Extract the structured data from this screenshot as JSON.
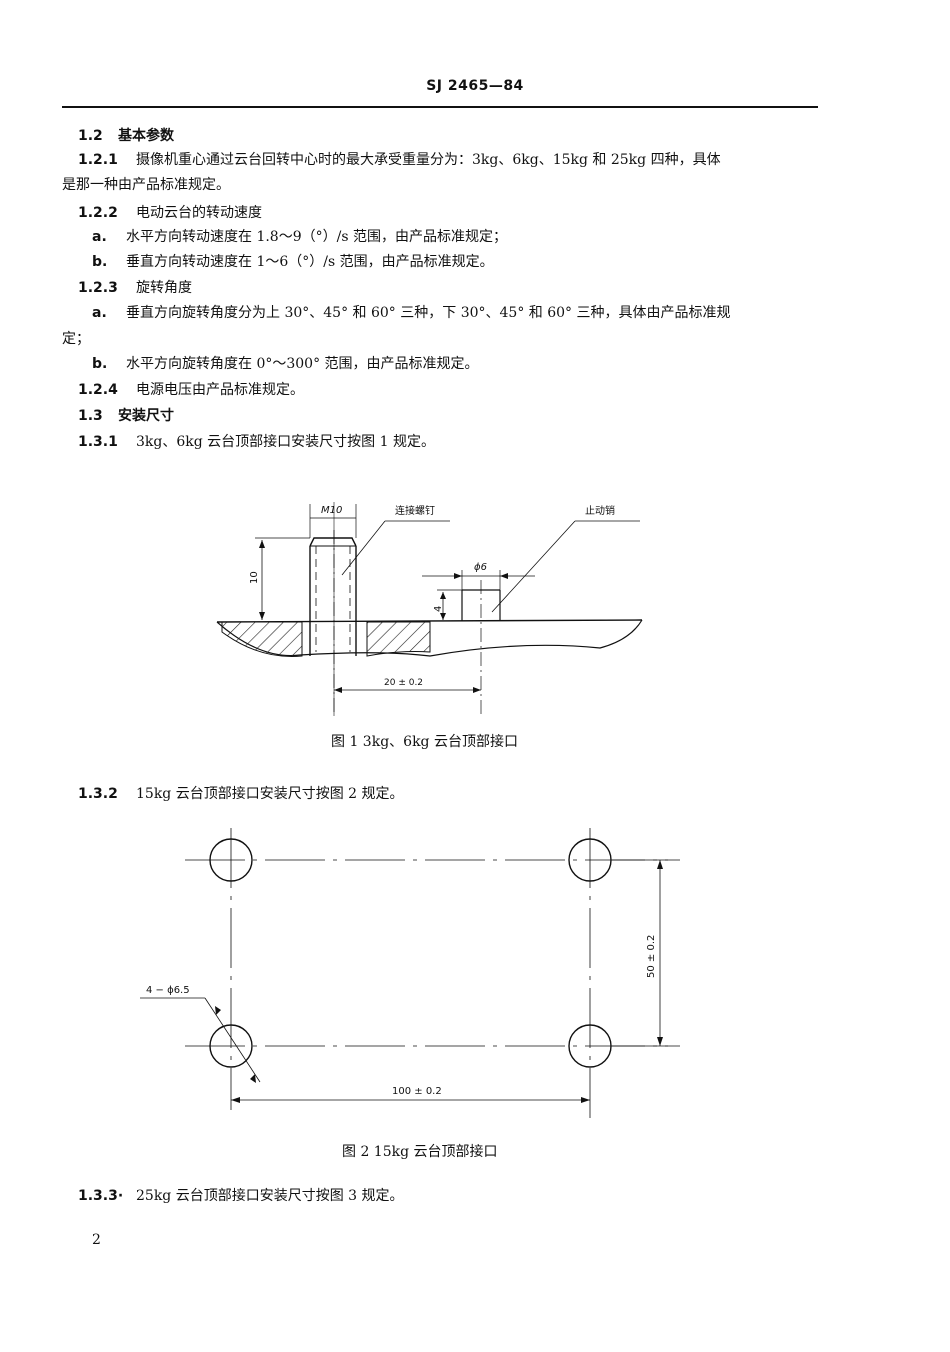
{
  "header": {
    "code": "SJ 2465—84"
  },
  "sections": {
    "s1_2": {
      "num": "1.2",
      "title": "基本参数"
    },
    "s1_2_1": {
      "num": "1.2.1",
      "text1": "摄像机重心通过云台回转中心时的最大承受重量分为：3kg、6kg、15kg 和 25kg 四种，具体",
      "text2": "是那一种由产品标准规定。"
    },
    "s1_2_2": {
      "num": "1.2.2",
      "title": "电动云台的转动速度",
      "a_mark": "a.",
      "a_text": "水平方向转动速度在 1.8～9（°）/s 范围，由产品标准规定；",
      "b_mark": "b.",
      "b_text": "垂直方向转动速度在 1～6（°）/s 范围，由产品标准规定。"
    },
    "s1_2_3": {
      "num": "1.2.3",
      "title": "旋转角度",
      "a_mark": "a.",
      "a_text": "垂直方向旋转角度分为上 30°、45° 和 60° 三种，下 30°、45° 和 60° 三种，具体由产品标准规",
      "a_cont": "定；",
      "b_mark": "b.",
      "b_text": "水平方向旋转角度在 0°～300° 范围，由产品标准规定。"
    },
    "s1_2_4": {
      "num": "1.2.4",
      "text": "电源电压由产品标准规定。"
    },
    "s1_3": {
      "num": "1.3",
      "title": "安装尺寸"
    },
    "s1_3_1": {
      "num": "1.3.1",
      "text": "3kg、6kg 云台顶部接口安装尺寸按图 1 规定。"
    },
    "s1_3_2": {
      "num": "1.3.2",
      "text": "15kg 云台顶部接口安装尺寸按图 2 规定。"
    },
    "s1_3_3": {
      "num": "1.3.3·",
      "text": "25kg 云台顶部接口安装尺寸按图 3 规定。"
    }
  },
  "figure1": {
    "caption": "图 1    3kg、6kg 云台顶部接口",
    "labels": {
      "thread": "M10",
      "screw": "连接螺钉",
      "pin": "止动销",
      "dia": "ϕ6",
      "height10": "10",
      "height4": "4",
      "distance": "20 ± 0.2"
    }
  },
  "figure2": {
    "caption": "图 2    15kg 云台顶部接口",
    "labels": {
      "holes": "4 − ϕ6.5",
      "width": "100 ± 0.2",
      "height": "50 ± 0.2"
    }
  },
  "footer": {
    "page_number": "2"
  }
}
